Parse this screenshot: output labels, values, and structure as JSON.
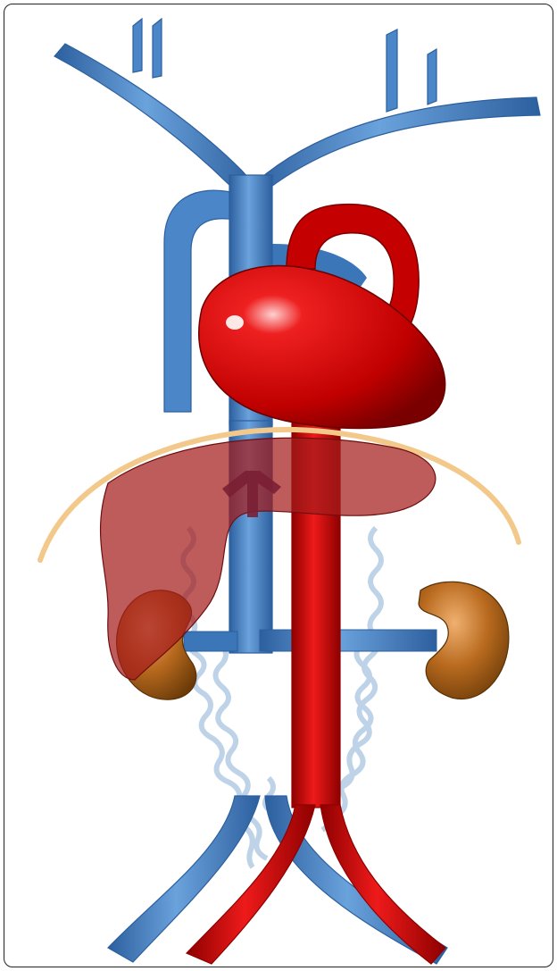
{
  "figure": {
    "description_visible_text": "",
    "colors": {
      "vein": "#4a86c8",
      "vein_dark": "#2c5f9e",
      "artery": "#d40000",
      "artery_dark": "#8e0000",
      "heart": "#cc0000",
      "liver": "#a51c1c",
      "kidney": "#b86a1e",
      "diaphragm": "#f3c98b",
      "collateral": "#b8cfe6",
      "frame": "#222222"
    },
    "structures": [
      "superior-vena-cava",
      "brachiocephalic-veins",
      "azygos-vein",
      "heart",
      "aortic-arch",
      "diaphragm",
      "liver",
      "hepatic-veins",
      "inferior-vena-cava",
      "renal-veins",
      "kidneys",
      "descending-aorta",
      "collateral-veins",
      "iliac-veins",
      "iliac-arteries"
    ]
  }
}
